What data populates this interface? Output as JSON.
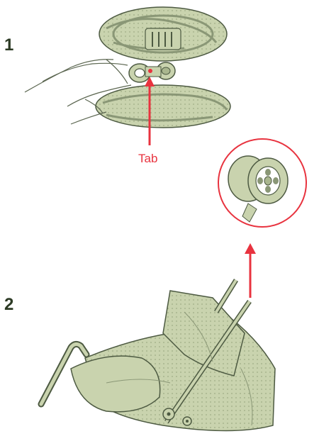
{
  "steps": [
    {
      "number": "1"
    },
    {
      "number": "2"
    }
  ],
  "callout": {
    "label": "Tab"
  },
  "colors": {
    "accent": "#e8333f",
    "part_fill": "#c9d3ae",
    "part_fill_dark": "#a9b68e",
    "outline": "#4d5a42",
    "step_text": "#2c3a24"
  },
  "icons": {
    "wheel_assembly": "wheel-assembly-icon",
    "stroller": "stroller-frame-icon",
    "zoom_wheel": "zoom-wheel-icon"
  }
}
